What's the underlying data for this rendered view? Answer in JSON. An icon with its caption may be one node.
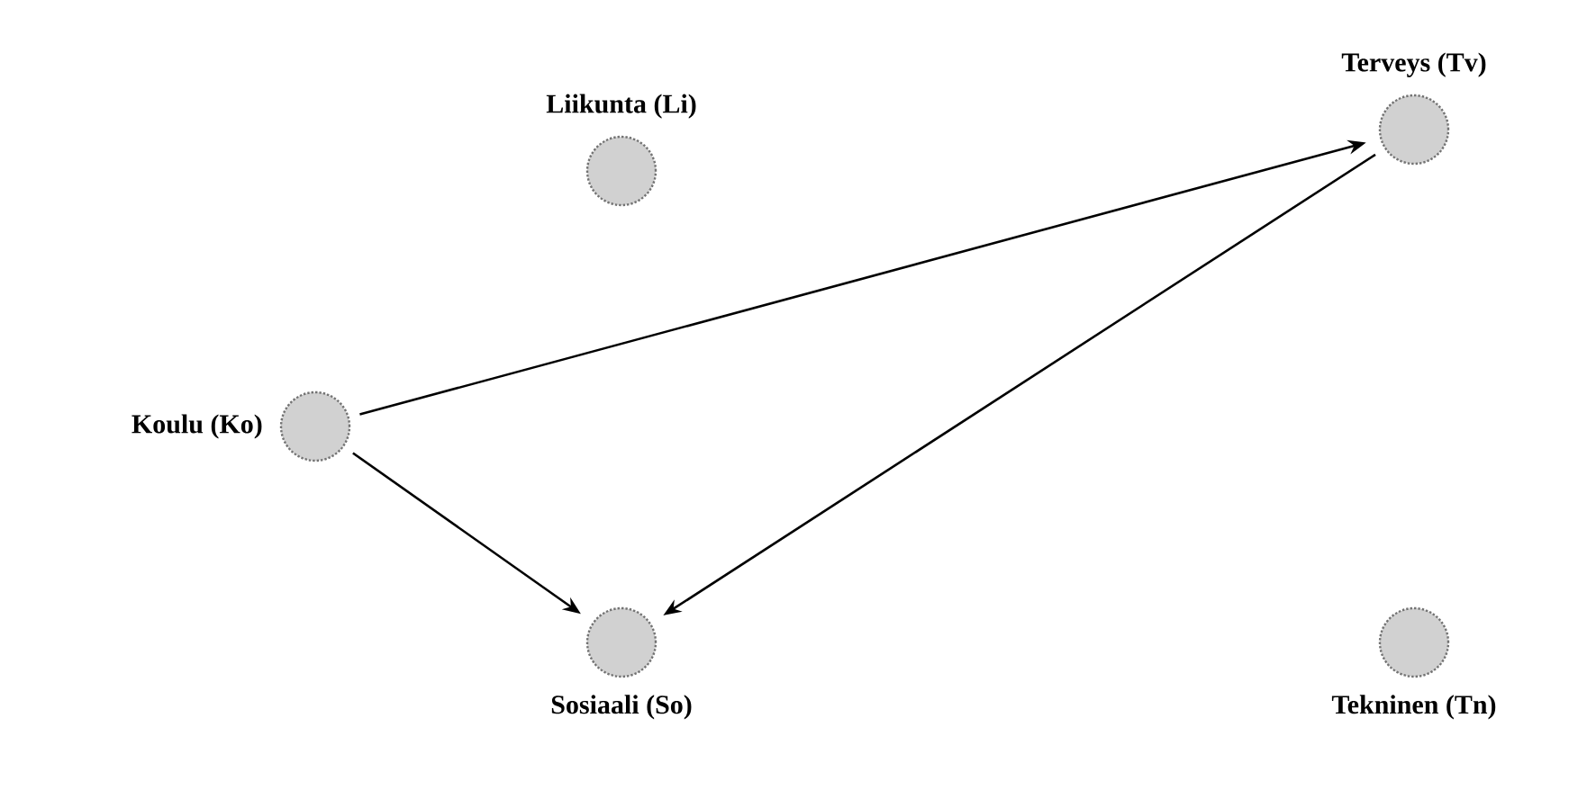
{
  "diagram": {
    "nodes": [
      {
        "text": [
          "Liikunta (Li)"
        ]
      },
      {
        "text": [
          "Terveys (Tv)"
        ]
      },
      {
        "text": [
          "Koulu (Ko)"
        ]
      },
      {
        "text": [
          "Sosiaali (So)"
        ]
      },
      {
        "text": [
          "Tekninen (Tn)"
        ]
      }
    ],
    "edges": [
      {
        "from": 2,
        "to": 1,
        "arrow": "to"
      },
      {
        "from": 1,
        "to": 3,
        "arrow": "to"
      },
      {
        "from": 2,
        "to": 3,
        "arrow": "to"
      }
    ]
  }
}
